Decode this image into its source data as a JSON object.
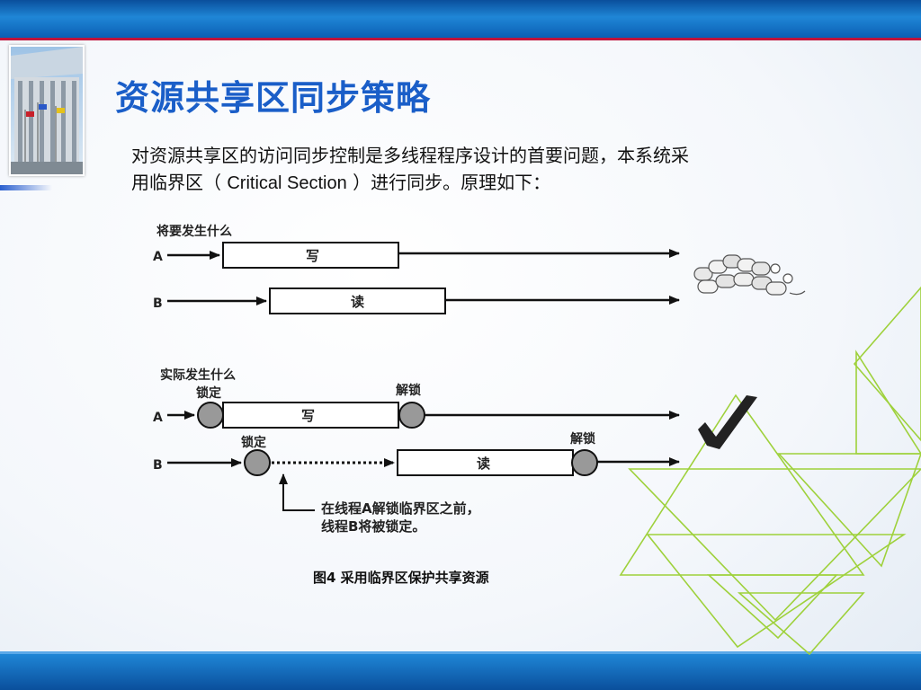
{
  "slide": {
    "title": "资源共享区同步策略",
    "intro_line1": "对资源共享区的访问同步控制是多线程程序设计的首要问题，本系统采",
    "intro_line2_prefix": "用临界区（ ",
    "intro_term": "Critical Section",
    "intro_line2_suffix": " ）进行同步。原理如下：",
    "caption_prefix": "图",
    "caption_number": "4",
    "caption_text": " 采用临界区保护共享资源"
  },
  "diagram": {
    "expected_heading": "将要发生什么",
    "actual_heading": "实际发生什么",
    "thread_a": "A",
    "thread_b": "B",
    "write_label": "写",
    "read_label": "读",
    "lock_label": "锁定",
    "unlock_label": "解锁",
    "note_line1": "在线程A解锁临界区之前，",
    "note_line2": "线程B将被锁定。"
  },
  "icons": {
    "dynamite": "dynamite-icon",
    "checkmark": "checkmark-icon"
  },
  "colors": {
    "title": "#1a5ec8",
    "band": "#0b5fb4",
    "band_line": "#c0143c",
    "deco_green": "#9ed13b",
    "lock_circle": "#999999"
  }
}
